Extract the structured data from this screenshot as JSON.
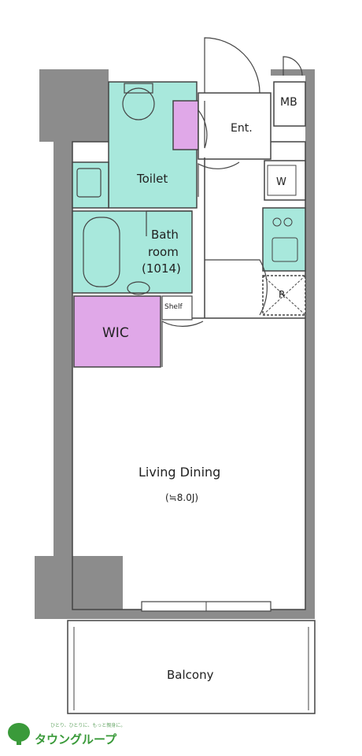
{
  "rooms": {
    "mb": "MB",
    "entrance": "Ent.",
    "toilet": "Toilet",
    "washer": "W",
    "bath_line1": "Bath",
    "bath_line2": "room",
    "bath_line3": "(1014)",
    "shelf": "Shelf",
    "wic": "WIC",
    "fridge": "R",
    "living": "Living Dining",
    "living_size": "(≒8.0J)",
    "balcony": "Balcony"
  },
  "logo": {
    "name": "タウングループ",
    "tagline": "ひとり、ひとりに、もっと親身に。"
  },
  "colors": {
    "wall": "#8c8c8c",
    "wet_area": "#a8e8dc",
    "closet": "#e0a8e8",
    "line": "#444444",
    "logo": "#3a9a3a"
  }
}
